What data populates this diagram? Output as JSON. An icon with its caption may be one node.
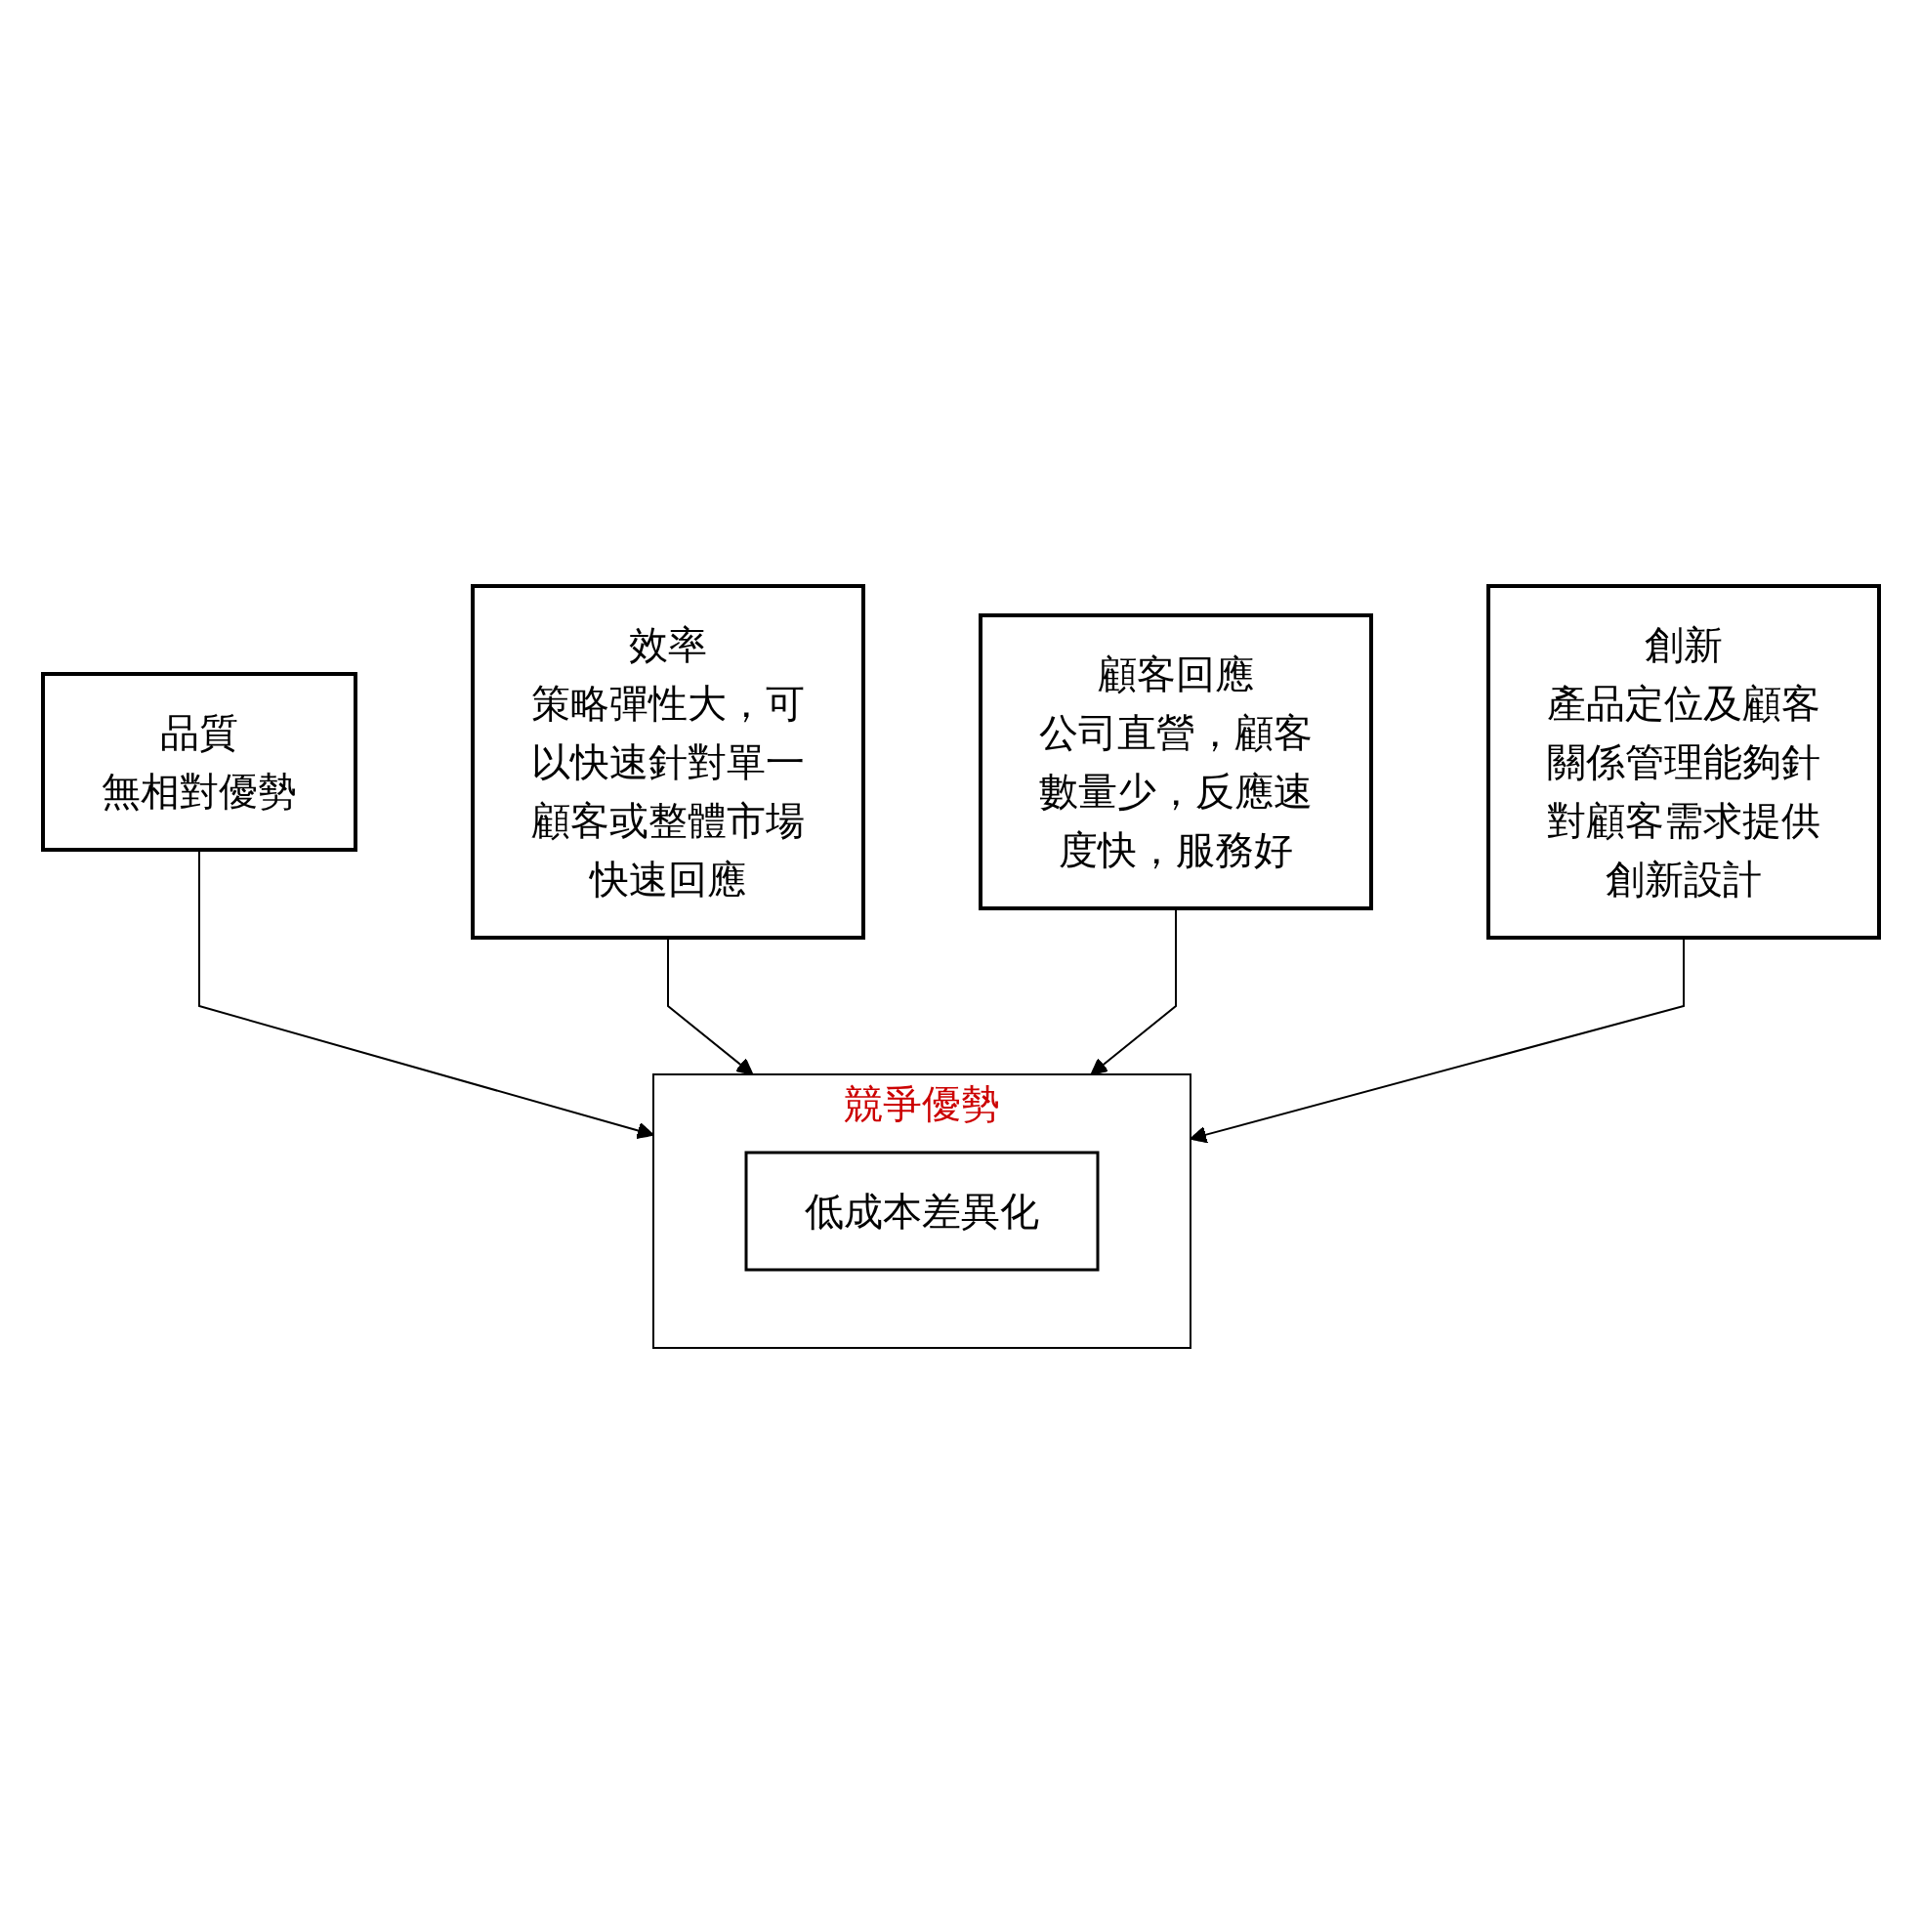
{
  "diagram": {
    "nodes": [
      {
        "text": [
          "品質",
          "無相對優勢"
        ]
      },
      {
        "text": [
          "效率",
          "策略彈性大，可以快速針對單一顧客或整體市場快速回應"
        ]
      },
      {
        "text": [
          "競爭優勢"
        ]
      },
      {
        "text": [
          "低成本差異化"
        ],
        "in": 2
      },
      {
        "text": [
          "顧客回應",
          "公司直營，顧客數量少，反應速度快，服務好"
        ]
      },
      {
        "text": [
          "創新",
          "產品定位及顧客關係管理能夠針對顧客需求提供創新設計"
        ]
      }
    ],
    "edges": [
      {
        "from": 0,
        "to": 2,
        "arrow": "to"
      },
      {
        "from": 1,
        "to": 2,
        "arrow": "to"
      },
      {
        "from": 4,
        "to": 2,
        "arrow": "to"
      },
      {
        "from": 5,
        "to": 2,
        "arrow": "to"
      }
    ]
  }
}
